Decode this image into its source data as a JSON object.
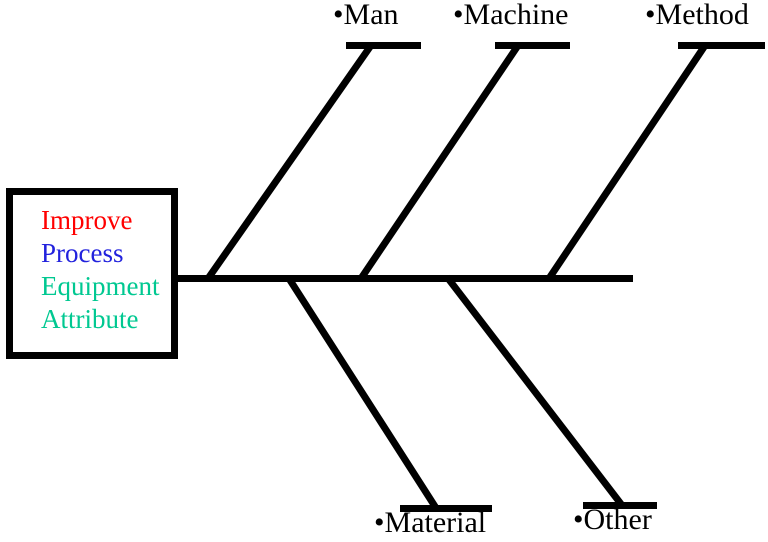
{
  "diagram": {
    "type": "fishbone",
    "background": "#FFFFFF",
    "line_color": "#000000",
    "bullet": "•",
    "head_box": {
      "lines": [
        {
          "text": "Improve",
          "color": "#FF0000"
        },
        {
          "text": "Process",
          "color": "#2222DD"
        },
        {
          "text": "Equipment",
          "color": "#00C891"
        },
        {
          "text": "Attribute",
          "color": "#00C891"
        }
      ]
    },
    "branches": {
      "top": [
        {
          "label": "Man"
        },
        {
          "label": "Machine"
        },
        {
          "label": "Method"
        }
      ],
      "bottom": [
        {
          "label": "Material"
        },
        {
          "label": "Other"
        }
      ]
    }
  }
}
